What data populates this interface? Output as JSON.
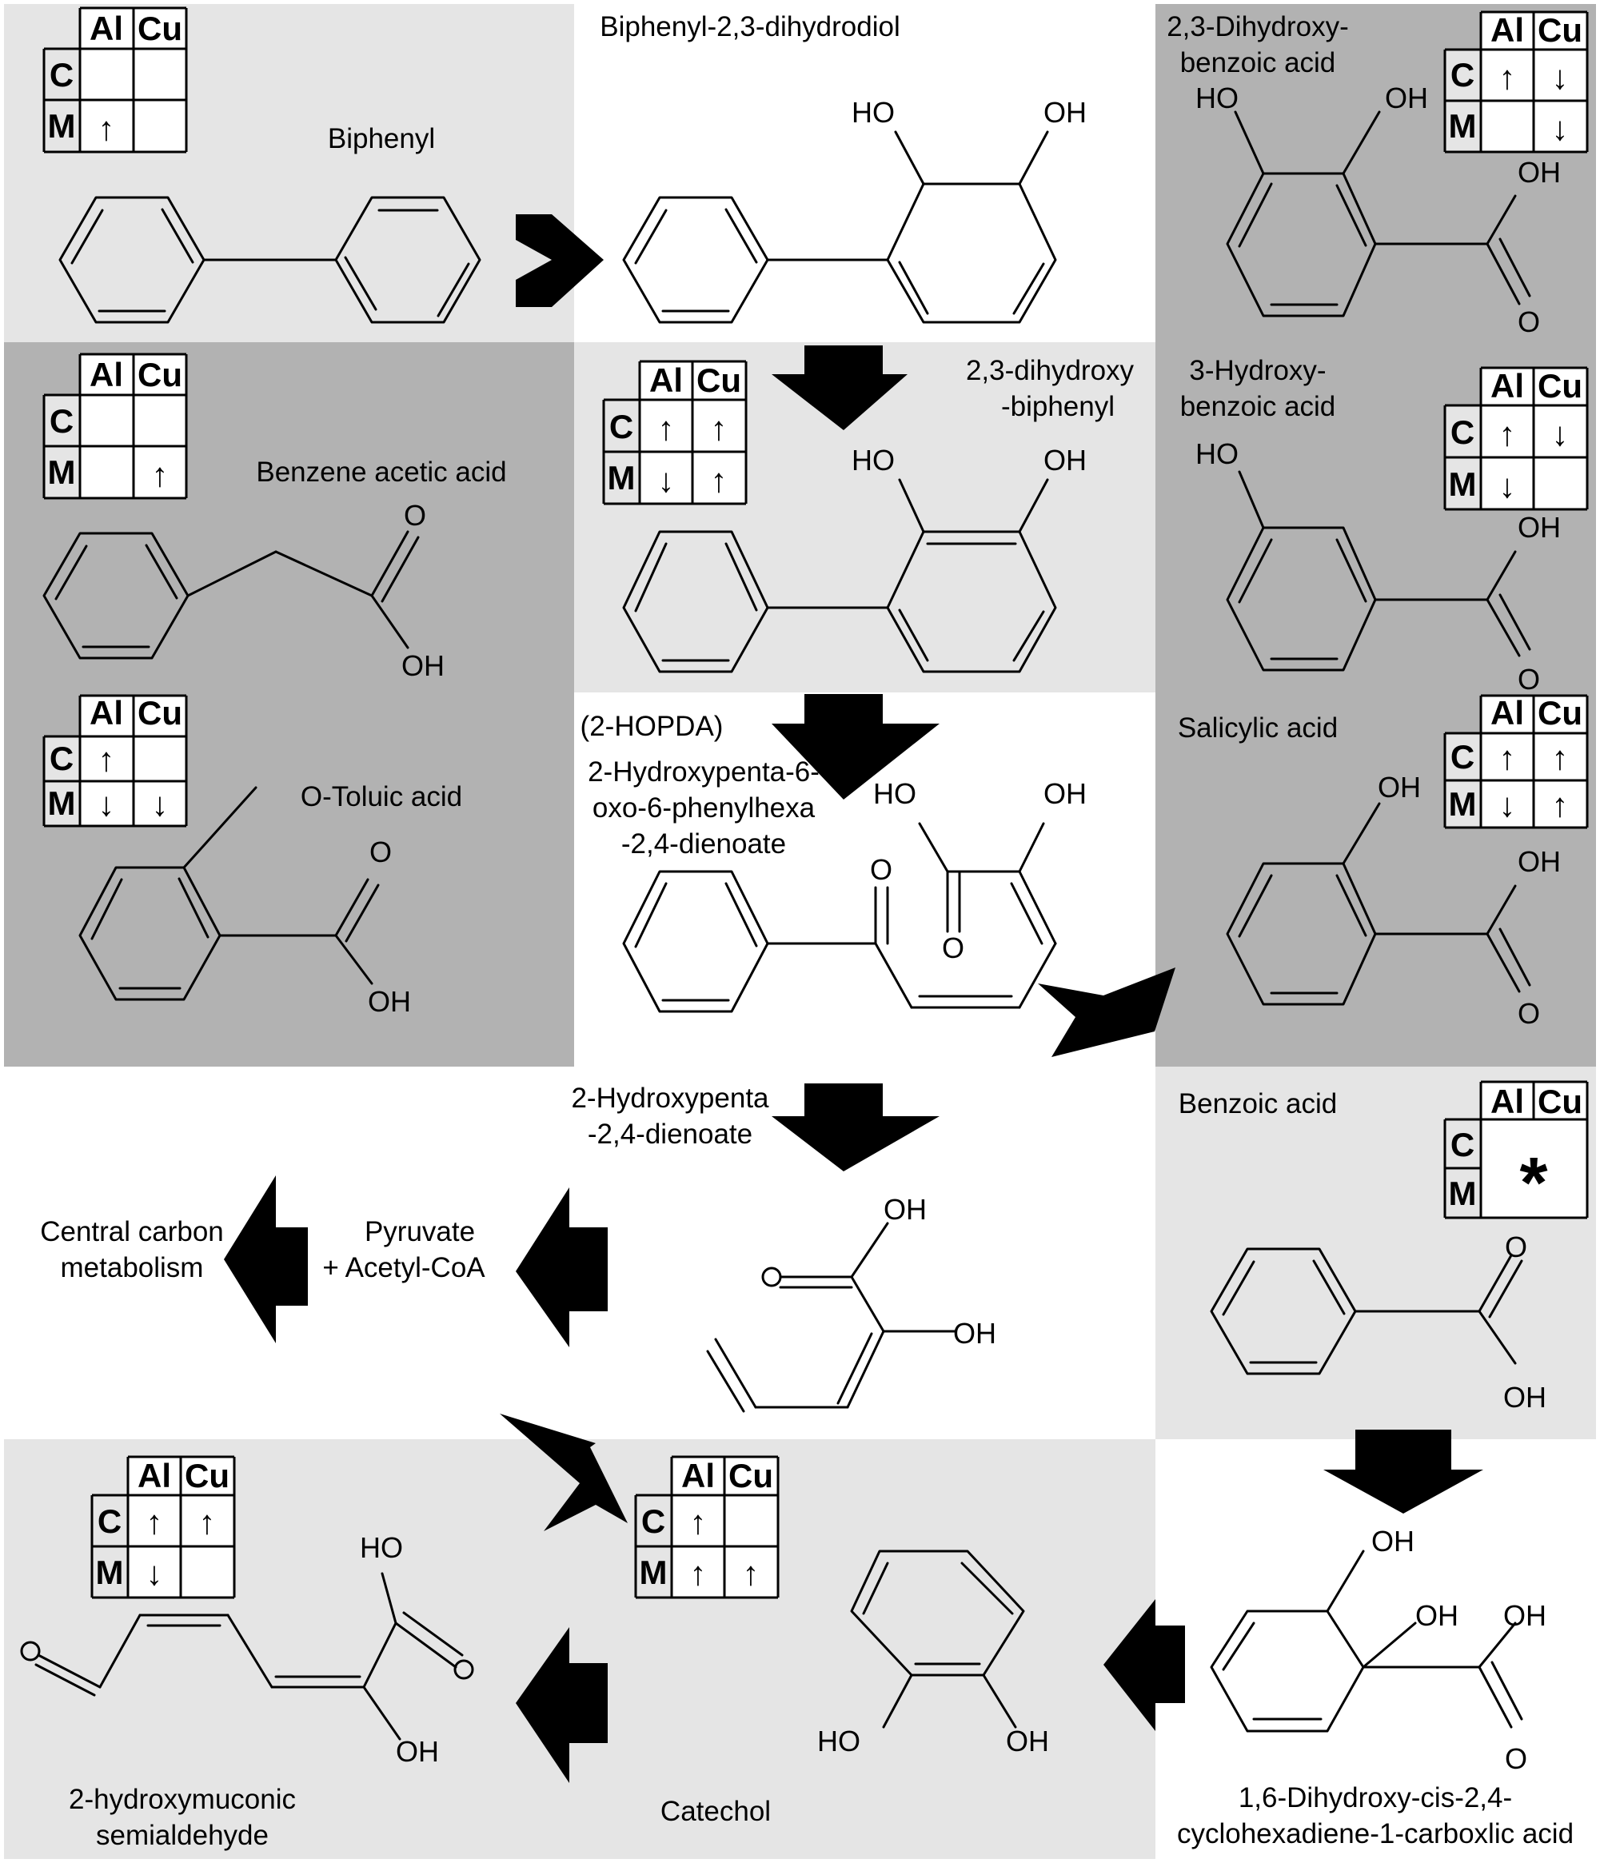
{
  "colors": {
    "light_panel": "#e5e5e5",
    "dark_panel": "#b2b2b2",
    "white": "#ffffff",
    "ink": "#000000"
  },
  "compounds": {
    "biphenyl": "Biphenyl",
    "biphenyl_dihydrodiol": "Biphenyl-2,3-dihydrodiol",
    "dihydroxybenzoic": [
      "2,3-Dihydroxy-",
      "benzoic acid"
    ],
    "dihydroxybiphenyl": [
      "2,3-dihydroxy",
      "-biphenyl"
    ],
    "hydroxybenzoic": [
      "3-Hydroxy-",
      "benzoic acid"
    ],
    "benzene_acetic": "Benzene acetic acid",
    "toluic": "O-Toluic acid",
    "hopda": [
      "(2-HOPDA)",
      "2-Hydroxypenta-6-",
      "oxo-6-phenylhexa",
      "-2,4-dienoate"
    ],
    "salicylic": "Salicylic acid",
    "hydroxypentadienoate": [
      "2-Hydroxypenta",
      "-2,4-dienoate"
    ],
    "benzoic": "Benzoic acid",
    "central": [
      "Central carbon",
      "metabolism"
    ],
    "pyruvate": [
      "Pyruvate",
      "+ Acetyl-CoA"
    ],
    "hms": [
      "2-hydroxymuconic",
      "semialdehyde"
    ],
    "catechol": "Catechol",
    "dihydroxycyclohexadiene": [
      "1,6-Dihydroxy-cis-2,4-",
      "cyclohexadiene-1-carboxlic acid"
    ]
  },
  "atom_labels": {
    "ho": "HO",
    "oh": "OH",
    "o": "O"
  },
  "regulation_tables": {
    "col_al": "Al",
    "col_cu": "Cu",
    "row_c": "C",
    "row_m": "M",
    "up": "↑",
    "down": "↓",
    "unknown": "*",
    "biphenyl": {
      "C_Al": "",
      "C_Cu": "",
      "M_Al": "up",
      "M_Cu": ""
    },
    "dihydroxybenzoic": {
      "C_Al": "up",
      "C_Cu": "down",
      "M_Al": "",
      "M_Cu": "down"
    },
    "benzene_acetic": {
      "C_Al": "",
      "C_Cu": "",
      "M_Al": "",
      "M_Cu": "up"
    },
    "dihydroxybiphenyl": {
      "C_Al": "up",
      "C_Cu": "up",
      "M_Al": "down",
      "M_Cu": "up"
    },
    "hydroxybenzoic": {
      "C_Al": "up",
      "C_Cu": "down",
      "M_Al": "down",
      "M_Cu": ""
    },
    "toluic": {
      "C_Al": "up",
      "C_Cu": "",
      "M_Al": "down",
      "M_Cu": "down"
    },
    "salicylic": {
      "C_Al": "up",
      "C_Cu": "up",
      "M_Al": "down",
      "M_Cu": "up"
    },
    "hms": {
      "C_Al": "up",
      "C_Cu": "up",
      "M_Al": "down",
      "M_Cu": ""
    },
    "catechol": {
      "C_Al": "up",
      "C_Cu": "",
      "M_Al": "up",
      "M_Cu": "up"
    },
    "benzoic": "unknown"
  }
}
